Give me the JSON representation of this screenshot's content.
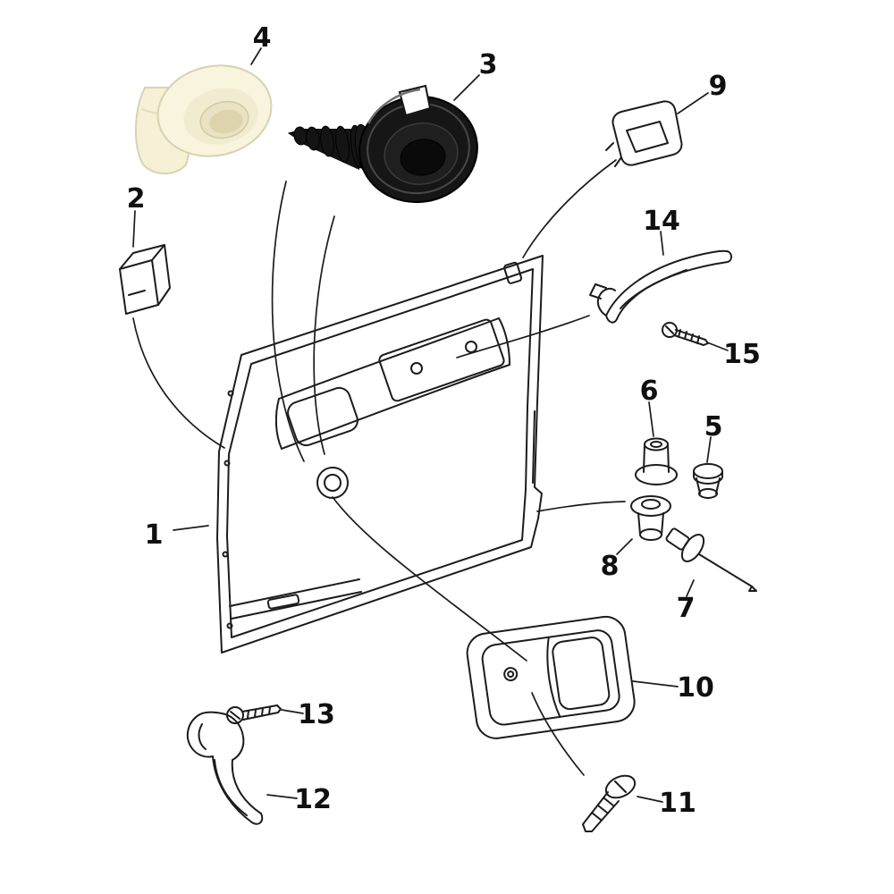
{
  "diagram": {
    "background": "#ffffff",
    "line_color": "#1c1c1c",
    "colors": {
      "push_rivet_black": "#161616",
      "grommet_cream": "#f6f1d8"
    }
  },
  "parts": [
    {
      "label": "1"
    },
    {
      "label": "2"
    },
    {
      "label": "3"
    },
    {
      "label": "4"
    },
    {
      "label": "5"
    },
    {
      "label": "6"
    },
    {
      "label": "7"
    },
    {
      "label": "8"
    },
    {
      "label": "9"
    },
    {
      "label": "10"
    },
    {
      "label": "11"
    },
    {
      "label": "12"
    },
    {
      "label": "13"
    },
    {
      "label": "14"
    },
    {
      "label": "15"
    }
  ]
}
